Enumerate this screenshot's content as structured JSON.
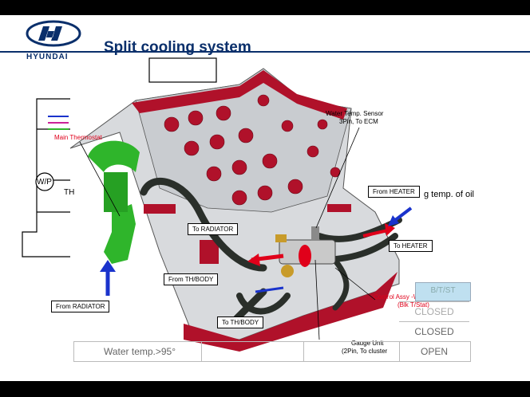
{
  "header": {
    "brand": "HYUNDAI",
    "title": "Split cooling system"
  },
  "labels": {
    "main_thermostat": "Main Thermostat",
    "water_temp_sensor": "Water Temp. Sensor",
    "water_temp_sensor_detail": "3Pin, To ECM",
    "wp": "W/P",
    "th": "TH",
    "from_heater": "From HEATER",
    "to_heater": "To HEATER",
    "to_radiator": "To RADIATOR",
    "from_th_body": "From TH/BODY",
    "to_th_body": "To TH/BODY",
    "from_radiator": "From RADIATOR",
    "control_assy": "Control Assy -Water Temp.",
    "control_assy_detail": "(Blk T/Stat)",
    "gauge_unit": "Gauge Unit",
    "gauge_unit_detail": "(2Pin, To cluster",
    "temp_of_oil": "g temp. of oil"
  },
  "table": {
    "status_header": "B/T/ST",
    "col_status": [
      "CLOSED",
      "CLOSED",
      "OPEN"
    ],
    "bottom_row_label": "Water temp.>95°"
  },
  "colors": {
    "header_blue": "#0a2f6b",
    "engine_red": "#b0112a",
    "green_part": "#2fb52b",
    "arrow_red": "#e0001a",
    "arrow_blue": "#1a33cc"
  }
}
